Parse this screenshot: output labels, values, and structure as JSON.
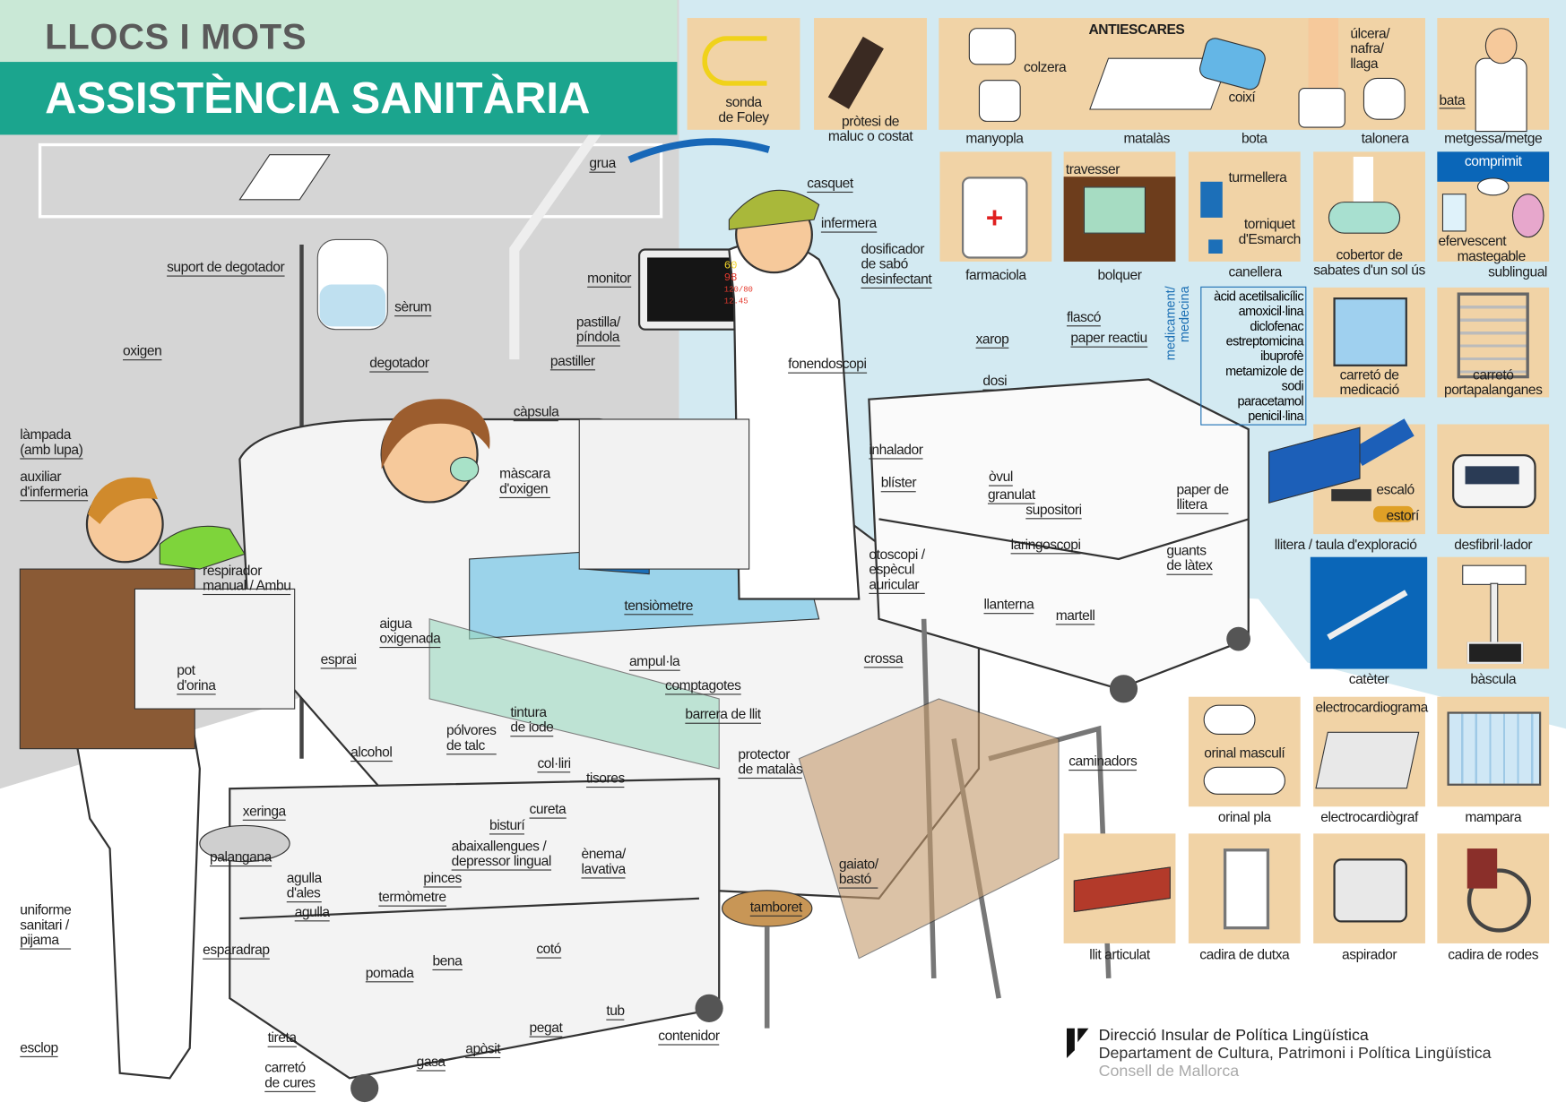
{
  "header": {
    "series": "LLOCS I MOTS",
    "title": "ASSISTÈNCIA SANITÀRIA"
  },
  "colors": {
    "teal": "#1ba58e",
    "mint": "#c9e8d6",
    "wall": "#d5d5d5",
    "sky": "#d3eaf2",
    "tile": "#f1d3a6",
    "blue": "#0a66b8"
  },
  "tiles": {
    "foley": "sonda\nde Foley",
    "protesi": "pròtesi de\nmaluc o costat",
    "antiescares": {
      "title": "ANTIESCARES",
      "colzera": "colzera",
      "coixi": "coixí",
      "ulcera": "úlcera/\nnafra/\nllaga",
      "manyopla": "manyopla",
      "matalas": "matalàs",
      "bota": "bota",
      "talonera": "talonera"
    },
    "metgessa": "metgessa/metge",
    "bata": "bata",
    "farmaciola": "farmaciola",
    "travesser": "travesser",
    "bolquer": "bolquer",
    "turmellera": "turmellera",
    "torniquet": "torniquet\nd'Esmarch",
    "canellera": "canellera",
    "cobertor": "cobertor de\nsabates d'un sol ús",
    "comprimit": "comprimit",
    "efervescent": "efervescent",
    "mastegable": "mastegable",
    "sublingual": "sublingual",
    "carreto_medicacio": "carretó de\nmedicació",
    "carreto_portapalanganes": "carretó\nportapalanganes",
    "escalo": "escaló",
    "estori": "estorí",
    "llitera": "llitera / taula d'exploració",
    "desfibril": "desfibril·lador",
    "cateter": "catèter",
    "bascula": "bàscula",
    "orinal_masculi": "orinal masculí",
    "orinal_pla": "orinal pla",
    "electrocardiograma": "electrocardiograma",
    "electrocardiograf": "electrocardiògraf",
    "mampara": "mampara",
    "llit_articulat": "llit articulat",
    "cadira_dutxa": "cadira de dutxa",
    "aspirador": "aspirador",
    "cadira_rodes": "cadira de rodes"
  },
  "medicaments": {
    "heading": "medicament/\nmedecina",
    "items": [
      "àcid acetilsalicílic",
      "amoxicil·lina",
      "diclofenac",
      "estreptomicina",
      "ibuprofè",
      "metamizole de sodi",
      "paracetamol",
      "penicil·lina"
    ]
  },
  "monitor": {
    "values": [
      "60",
      "98",
      "120/80",
      "12.45"
    ]
  },
  "scene": [
    "suport de degotador",
    "sèrum",
    "oxigen",
    "degotador",
    "grua",
    "monitor",
    "casquet",
    "infermera",
    "dosificador\nde sabó\ndesinfectant",
    "pastilla/\npíndola",
    "pastiller",
    "fonendoscopi",
    "xarop",
    "flascó",
    "paper reactiu",
    "dosi",
    "càpsula",
    "làmpada\n(amb lupa)",
    "auxiliar\nd'infermeria",
    "màscara\nd'oxigen",
    "inhalador",
    "òvul",
    "granulat",
    "blíster",
    "supositori",
    "paper de\nllitera",
    "otoscopi /\nespècul\nauricular",
    "laringoscopi",
    "guants\nde làtex",
    "llanterna",
    "martell",
    "respirador\nmanual / Ambu",
    "tensiòmetre",
    "crossa",
    "aigua\noxigenada",
    "esprai",
    "pot\nd'orina",
    "ampul·la",
    "comptagotes",
    "barrera de llit",
    "tintura\nde iode",
    "pólvores\nde talc",
    "alcohol",
    "protector\nde matalàs",
    "caminadors",
    "col·liri",
    "tisores",
    "xeringa",
    "cureta",
    "bisturí",
    "palangana",
    "abaixallengues /\ndepressor lingual",
    "ènema/\nlavativa",
    "gaiato/\nbastó",
    "agulla\nd'ales",
    "pinces",
    "termòmetre",
    "tamboret",
    "agulla",
    "uniforme\nsanitari /\npijama",
    "esparadrap",
    "cotó",
    "bena",
    "pomada",
    "tub",
    "pegat",
    "contenidor",
    "tireta",
    "apòsit",
    "esclop",
    "gasa",
    "carretó\nde cures"
  ],
  "footer": {
    "line1": "Direcció Insular de Política Lingüística",
    "line2": "Departament de Cultura, Patrimoni i Política Lingüística",
    "line3": "Consell de Mallorca"
  }
}
